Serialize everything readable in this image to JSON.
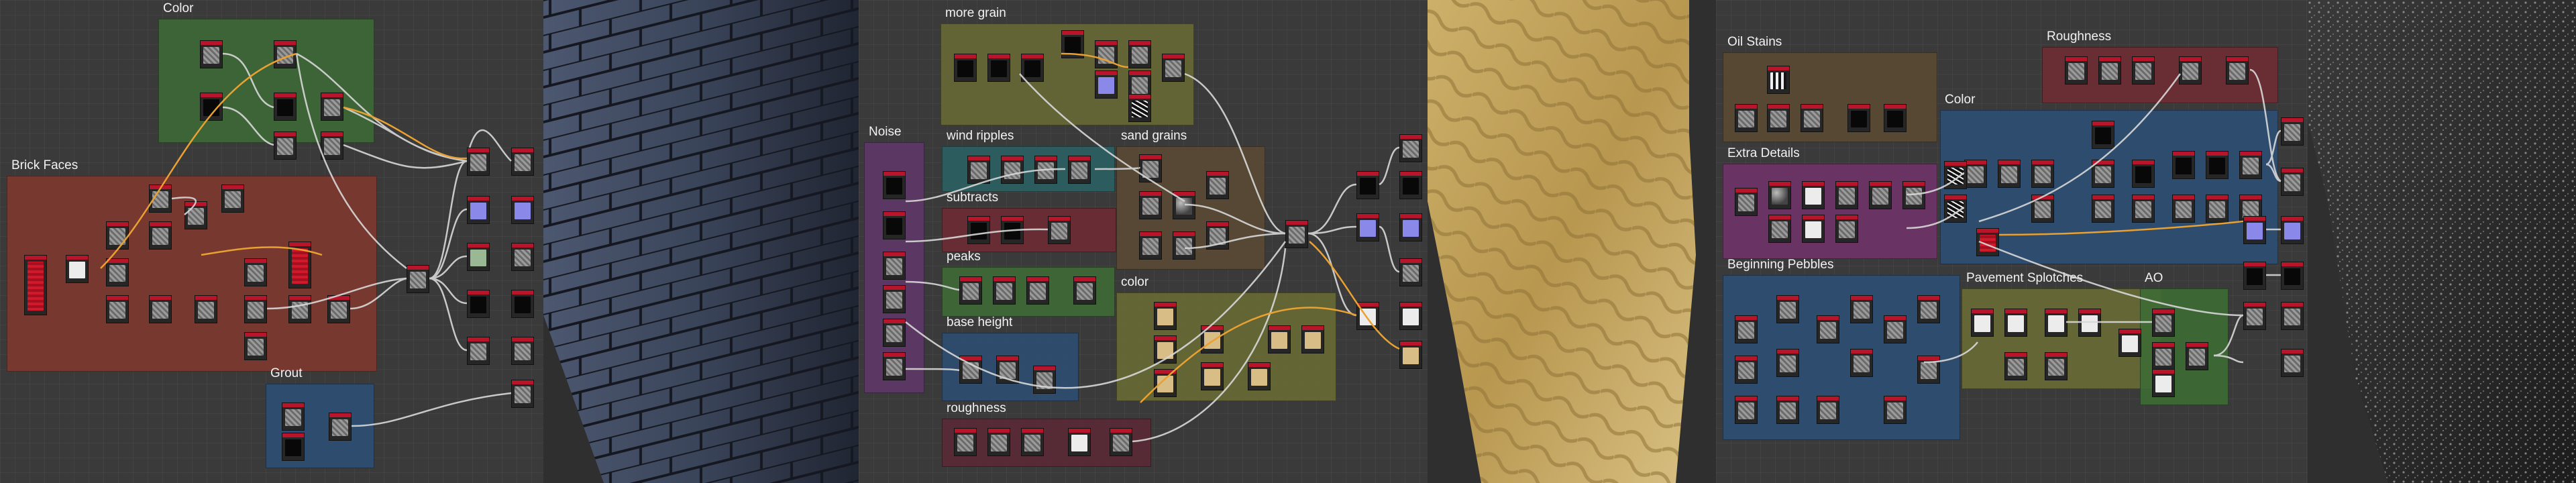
{
  "graph1": {
    "frames": {
      "color": "Color",
      "brick_faces": "Brick Faces",
      "grout": "Grout"
    }
  },
  "graph2": {
    "frames": {
      "more_grain": "more grain",
      "noise": "Noise",
      "wind_ripples": "wind ripples",
      "sand_grains": "sand grains",
      "subtracts": "subtracts",
      "peaks": "peaks",
      "base_height": "base height",
      "color": "color",
      "roughness": "roughness"
    }
  },
  "graph3": {
    "frames": {
      "oil_stains": "Oil Stains",
      "roughness": "Roughness",
      "color": "Color",
      "extra_details": "Extra Details",
      "beginning_pebbles": "Beginning Pebbles",
      "pavement_splotches": "Pavement Splotches",
      "ao": "AO"
    }
  },
  "colors": {
    "frame_green": "#3e6a35",
    "frame_red": "#7e3830",
    "frame_blue": "#2e4e72",
    "frame_olive": "#696a35",
    "frame_teal": "#2c6064",
    "frame_purple": "#5e3868",
    "frame_brown": "#5a4a34",
    "frame_wine": "#5a2a36",
    "frame_maroon": "#6e2c34",
    "frame_magenta": "#6e3468",
    "wire_light": "#d8d8d8",
    "wire_orange": "#e9a132",
    "node_header": "#b8142a"
  }
}
